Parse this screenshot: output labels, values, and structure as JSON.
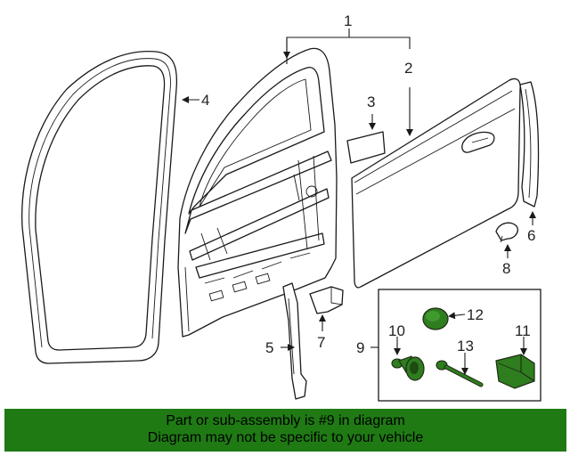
{
  "diagram": {
    "callouts": [
      "1",
      "2",
      "3",
      "4",
      "5",
      "6",
      "7",
      "8",
      "9",
      "10",
      "11",
      "12",
      "13"
    ],
    "highlight_color": "#2e7d1f",
    "highlight_dark": "#1f4a12"
  },
  "banner": {
    "line1": "Part or sub-assembly is #9 in diagram",
    "line2": "Diagram may not be specific to your vehicle",
    "background": "#1f7a14"
  }
}
